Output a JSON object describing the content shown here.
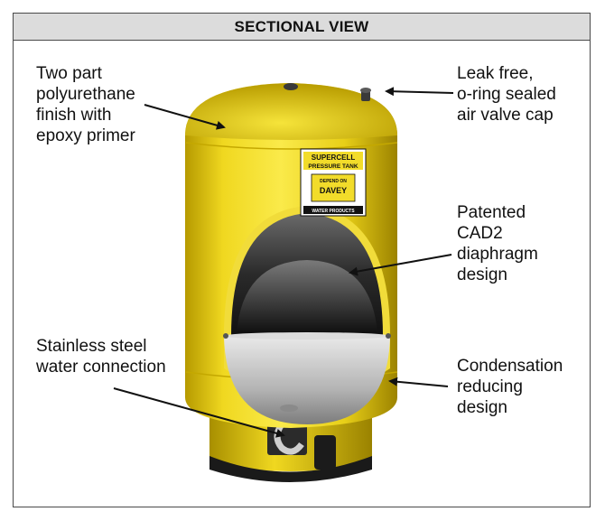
{
  "header": {
    "title": "SECTIONAL VIEW"
  },
  "callouts": {
    "finish": "Two part\npolyurethane\nfinish with\nepoxy primer",
    "valve": "Leak free,\no-ring sealed\nair valve cap",
    "diaphragm": "Patented\nCAD2\ndiaphragm\ndesign",
    "connection": "Stainless steel\nwater connection",
    "condensation": "Condensation\nreducing\ndesign"
  },
  "label": {
    "brand_line1": "SUPERCELL",
    "brand_line2": "PRESSURE TANK",
    "depend": "DEPEND ON",
    "maker": "DAVEY",
    "maker_sub": "WATER PRODUCTS"
  },
  "colors": {
    "tank_yellow": "#f2dc2a",
    "tank_shadow": "#a88f00",
    "base_black": "#1a1a1a",
    "frame": "#4a4a4a",
    "header_bg": "#dcdcdc"
  }
}
